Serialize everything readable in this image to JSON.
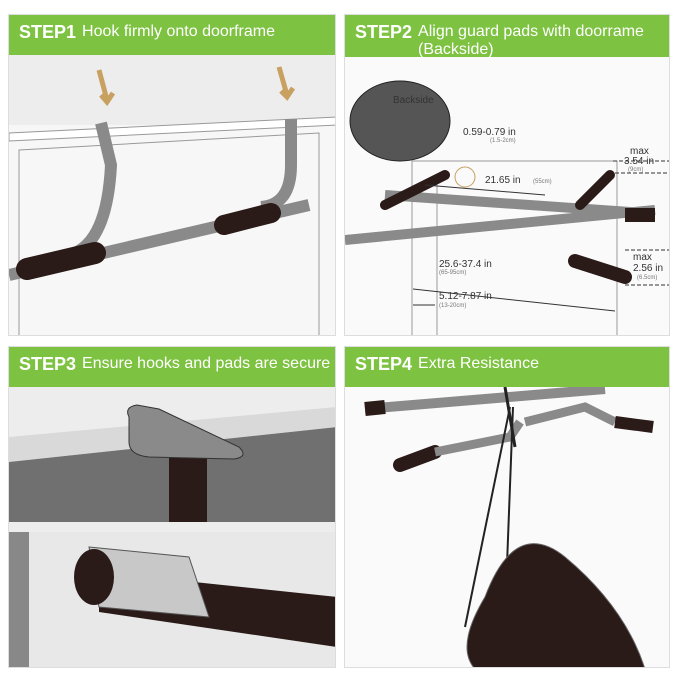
{
  "steps": [
    {
      "label": "STEP1",
      "title": "Hook firmly onto doorframe"
    },
    {
      "label": "STEP2",
      "title": "Align guard pads with doorrame (Backside)"
    },
    {
      "label": "STEP3",
      "title": "Ensure hooks and pads are secure"
    },
    {
      "label": "STEP4",
      "title": "Extra Resistance"
    }
  ],
  "diagram": {
    "backside": "Backside",
    "gap": "0.59-0.79 in",
    "gap_cm": "(1.5-2cm)",
    "hook_spacing": "21.65 in",
    "hook_spacing_cm": "(55cm)",
    "max_top": "max",
    "max_top_val": "3.54 in",
    "max_top_cm": "(9cm)",
    "max_bottom": "max",
    "max_bottom_val": "2.56 in",
    "max_bottom_cm": "(6.5cm)",
    "door_width": "25.6-37.4 in",
    "door_width_cm": "(65-95cm)",
    "trim_width": "5.12-7.87 in",
    "trim_width_cm": "(13-20cm)"
  },
  "colors": {
    "accent": "#7dc241",
    "bar": "#8a8a8a",
    "foam": "#2a1a18"
  }
}
